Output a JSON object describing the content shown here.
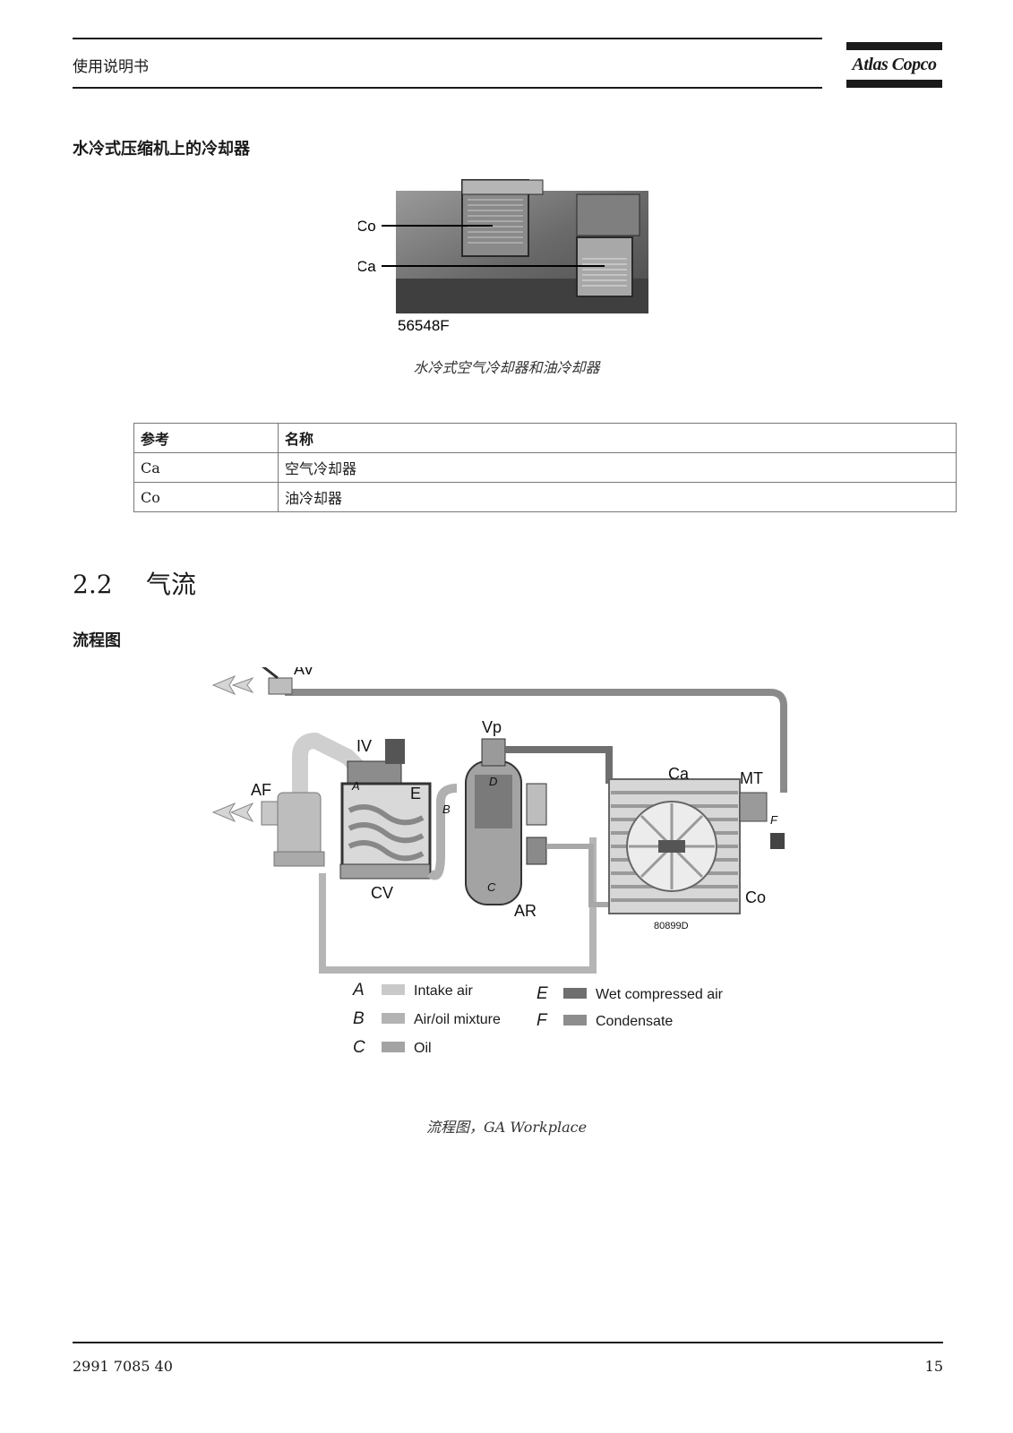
{
  "header": {
    "title": "使用说明书",
    "logo_text": "Atlas Copco"
  },
  "cooler_section": {
    "heading": "水冷式压缩机上的冷却器",
    "photo": {
      "label_co": "Co",
      "label_ca": "Ca",
      "code": "56548F"
    },
    "caption": "水冷式空气冷却器和油冷却器"
  },
  "ref_table": {
    "headers": [
      "参考",
      "名称"
    ],
    "rows": [
      [
        "Ca",
        "空气冷却器"
      ],
      [
        "Co",
        "油冷却器"
      ]
    ]
  },
  "section": {
    "number": "2.2",
    "title": "气流"
  },
  "flow": {
    "heading": "流程图",
    "labels": {
      "AV": "AV",
      "AF": "AF",
      "IV": "IV",
      "E": "E",
      "Vp": "Vp",
      "Ca": "Ca",
      "MT": "MT",
      "F": "F",
      "Co": "Co",
      "CV": "CV",
      "AR": "AR",
      "A": "A",
      "B": "B",
      "C": "C",
      "D": "D",
      "code": "80899D"
    },
    "legend": [
      {
        "letter": "A",
        "text": "Intake air",
        "color": "#c9c9c9"
      },
      {
        "letter": "B",
        "text": "Air/oil mixture",
        "color": "#b3b3b3"
      },
      {
        "letter": "C",
        "text": "Oil",
        "color": "#a3a3a3"
      },
      {
        "letter": "E",
        "text": "Wet compressed air",
        "color": "#6f6f6f"
      },
      {
        "letter": "F",
        "text": "Condensate",
        "color": "#8d8d8d"
      }
    ],
    "caption": "流程图，GA Workplace"
  },
  "footer": {
    "doc_number": "2991 7085 40",
    "page": "15"
  }
}
